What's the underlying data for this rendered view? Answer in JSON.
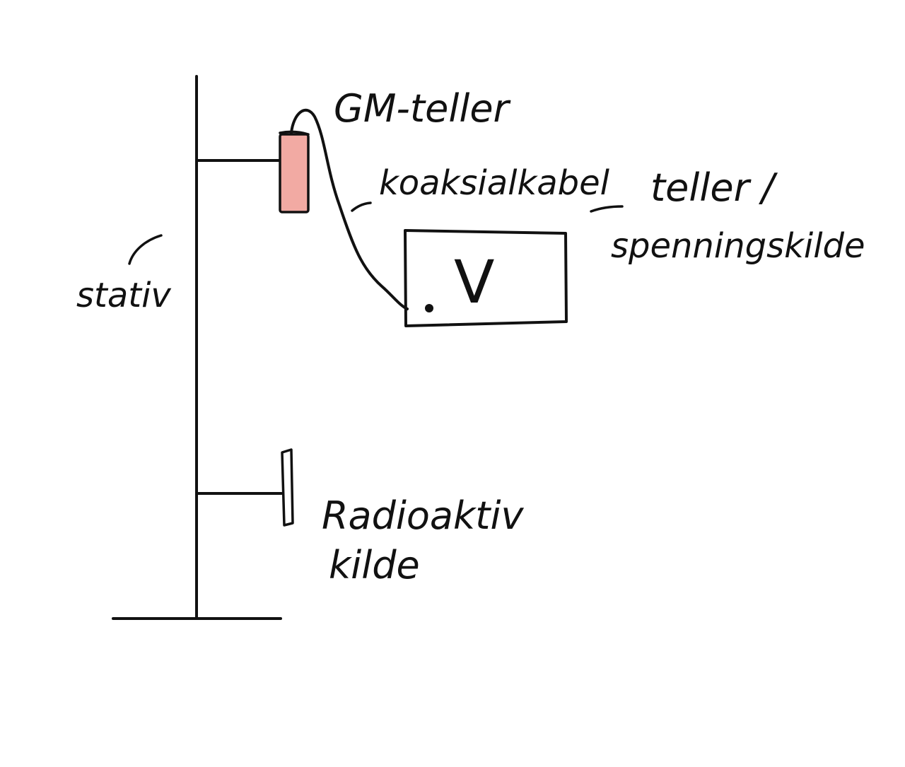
{
  "labels": {
    "gm_counter": "GM-teller",
    "coax_cable": "koaksialkabel",
    "counter_line1": "teller /",
    "counter_line2": "spenningskilde",
    "stand": "stativ",
    "source_line1": "Radioaktiv",
    "source_line2": "kilde",
    "meter_symbol": "V"
  },
  "colors": {
    "ink": "#111111",
    "gm_tube_fill": "#f2aaa3",
    "background": "#ffffff"
  }
}
